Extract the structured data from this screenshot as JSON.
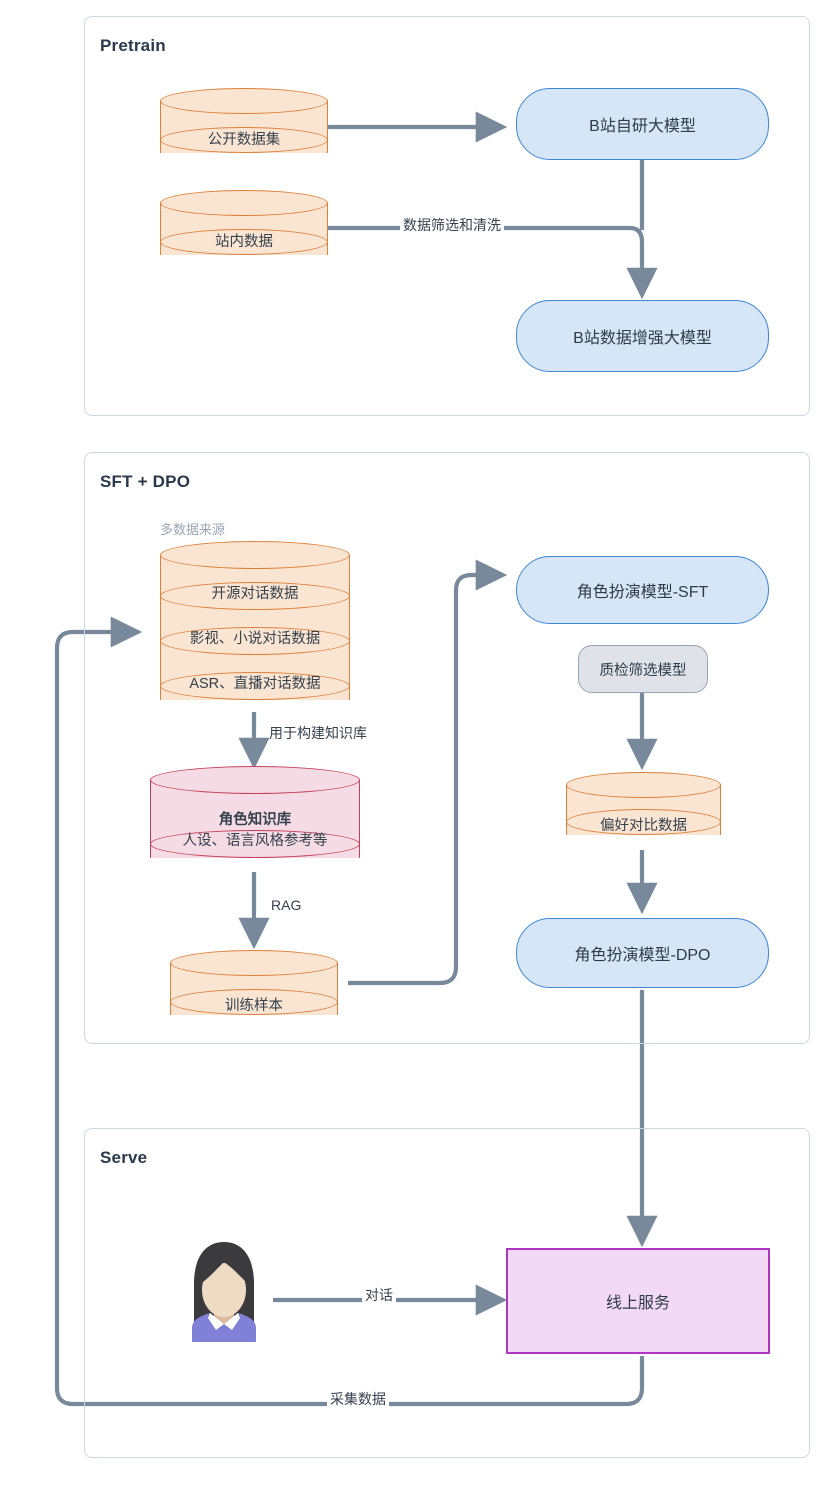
{
  "diagram": {
    "title_hidden": "",
    "panels": [
      {
        "id": "pretrain",
        "title": "Pretrain"
      },
      {
        "id": "sft-dpo",
        "title": "SFT + DPO"
      },
      {
        "id": "serve",
        "title": "Serve"
      }
    ]
  },
  "pretrain": {
    "public_dataset": "公开数据集",
    "internal_data": "站内数据",
    "base_model": "B站自研大模型",
    "augmented_model": "B站数据增强大模型",
    "edge_filter_clean": "数据筛选和清洗"
  },
  "sft": {
    "multi_source_note": "多数据来源",
    "source_layers": [
      "开源对话数据",
      "影视、小说对话数据",
      "ASR、直播对话数据"
    ],
    "edge_build_kb": "用于构建知识库",
    "knowledge_base_title": "角色知识库",
    "knowledge_base_sub": "人设、语言风格参考等",
    "edge_rag": "RAG",
    "training_samples": "训练样本",
    "model_sft": "角色扮演模型-SFT",
    "quality_filter_model": "质检筛选模型",
    "preference_data": "偏好对比数据",
    "model_dpo": "角色扮演模型-DPO"
  },
  "serve": {
    "user_icon": "female-user-avatar-icon",
    "edge_dialogue": "对话",
    "online_service": "线上服务",
    "edge_collect_data": "采集数据"
  },
  "colors": {
    "panel_border": "#ccd6e3",
    "panel_title": "#2b3a4a",
    "cylinder_fill": "#fae5d3",
    "cylinder_stroke": "#dd8039",
    "kb_fill": "#f5dbe3",
    "kb_stroke": "#c43f5e",
    "model_fill": "#d6e6f7",
    "model_stroke": "#3f87d6",
    "gray_fill": "#dfe3e9",
    "gray_stroke": "#9aa4b1",
    "service_fill": "#f2d9f5",
    "service_stroke": "#ae36c4",
    "wire": "#78899b",
    "text": "#35414d",
    "note_text": "#9aa6b5",
    "avatar_hair": "#3b3b3d",
    "avatar_skin": "#efdac4",
    "avatar_neck": "#ddbb9a",
    "avatar_shirt": "#8080d7"
  }
}
